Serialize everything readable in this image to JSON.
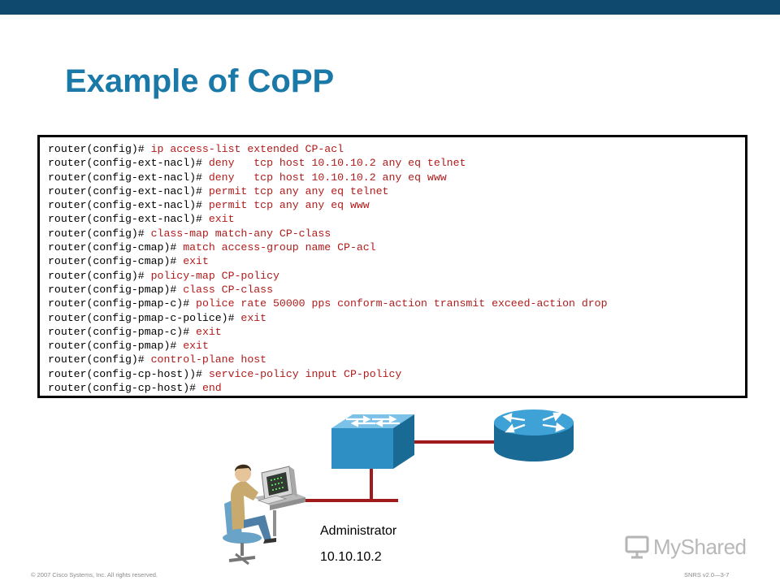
{
  "slide": {
    "title": "Example of CoPP",
    "colors": {
      "top_bar": "#0f4a6e",
      "title": "#1b79a8",
      "command_text": "#b11b1b",
      "prompt_text": "#000000",
      "link": "#a01c1c",
      "device_blue": "#2d8fc4"
    }
  },
  "config": {
    "lines": [
      {
        "prompt": "router(config)# ",
        "cmd": "ip access-list extended CP-acl"
      },
      {
        "prompt": "router(config-ext-nacl)# ",
        "cmd": "deny   tcp host 10.10.10.2 any eq telnet"
      },
      {
        "prompt": "router(config-ext-nacl)# ",
        "cmd": "deny   tcp host 10.10.10.2 any eq www"
      },
      {
        "prompt": "router(config-ext-nacl)# ",
        "cmd": "permit tcp any any eq telnet"
      },
      {
        "prompt": "router(config-ext-nacl)# ",
        "cmd": "permit tcp any any eq www"
      },
      {
        "prompt": "router(config-ext-nacl)# ",
        "cmd": "exit"
      },
      {
        "prompt": "router(config)# ",
        "cmd": "class-map match-any CP-class"
      },
      {
        "prompt": "router(config-cmap)# ",
        "cmd": "match access-group name CP-acl"
      },
      {
        "prompt": "router(config-cmap)# ",
        "cmd": "exit"
      },
      {
        "prompt": "router(config)# ",
        "cmd": "policy-map CP-policy"
      },
      {
        "prompt": "router(config-pmap)# ",
        "cmd": "class CP-class"
      },
      {
        "prompt": "router(config-pmap-c)# ",
        "cmd": "police rate 50000 pps conform-action transmit exceed-action drop"
      },
      {
        "prompt": "router(config-pmap-c-police)# ",
        "cmd": "exit"
      },
      {
        "prompt": "router(config-pmap-c)# ",
        "cmd": "exit"
      },
      {
        "prompt": "router(config-pmap)# ",
        "cmd": "exit"
      },
      {
        "prompt": "router(config)# ",
        "cmd": "control-plane host"
      },
      {
        "prompt": "router(config-cp-host))# ",
        "cmd": "service-policy input CP-policy"
      },
      {
        "prompt": "router(config-cp-host)# ",
        "cmd": "end"
      }
    ]
  },
  "diagram": {
    "admin_label": "Administrator",
    "admin_ip": "10.10.10.2",
    "icons": [
      "switch-icon",
      "router-icon",
      "administrator-workstation-icon"
    ]
  },
  "footer": {
    "copyright": "© 2007 Cisco Systems, Inc. All rights reserved.",
    "course": "SNRS v2.0—3-7",
    "brand": "MyShared",
    "brand_icon": "presentation-screen-icon"
  }
}
